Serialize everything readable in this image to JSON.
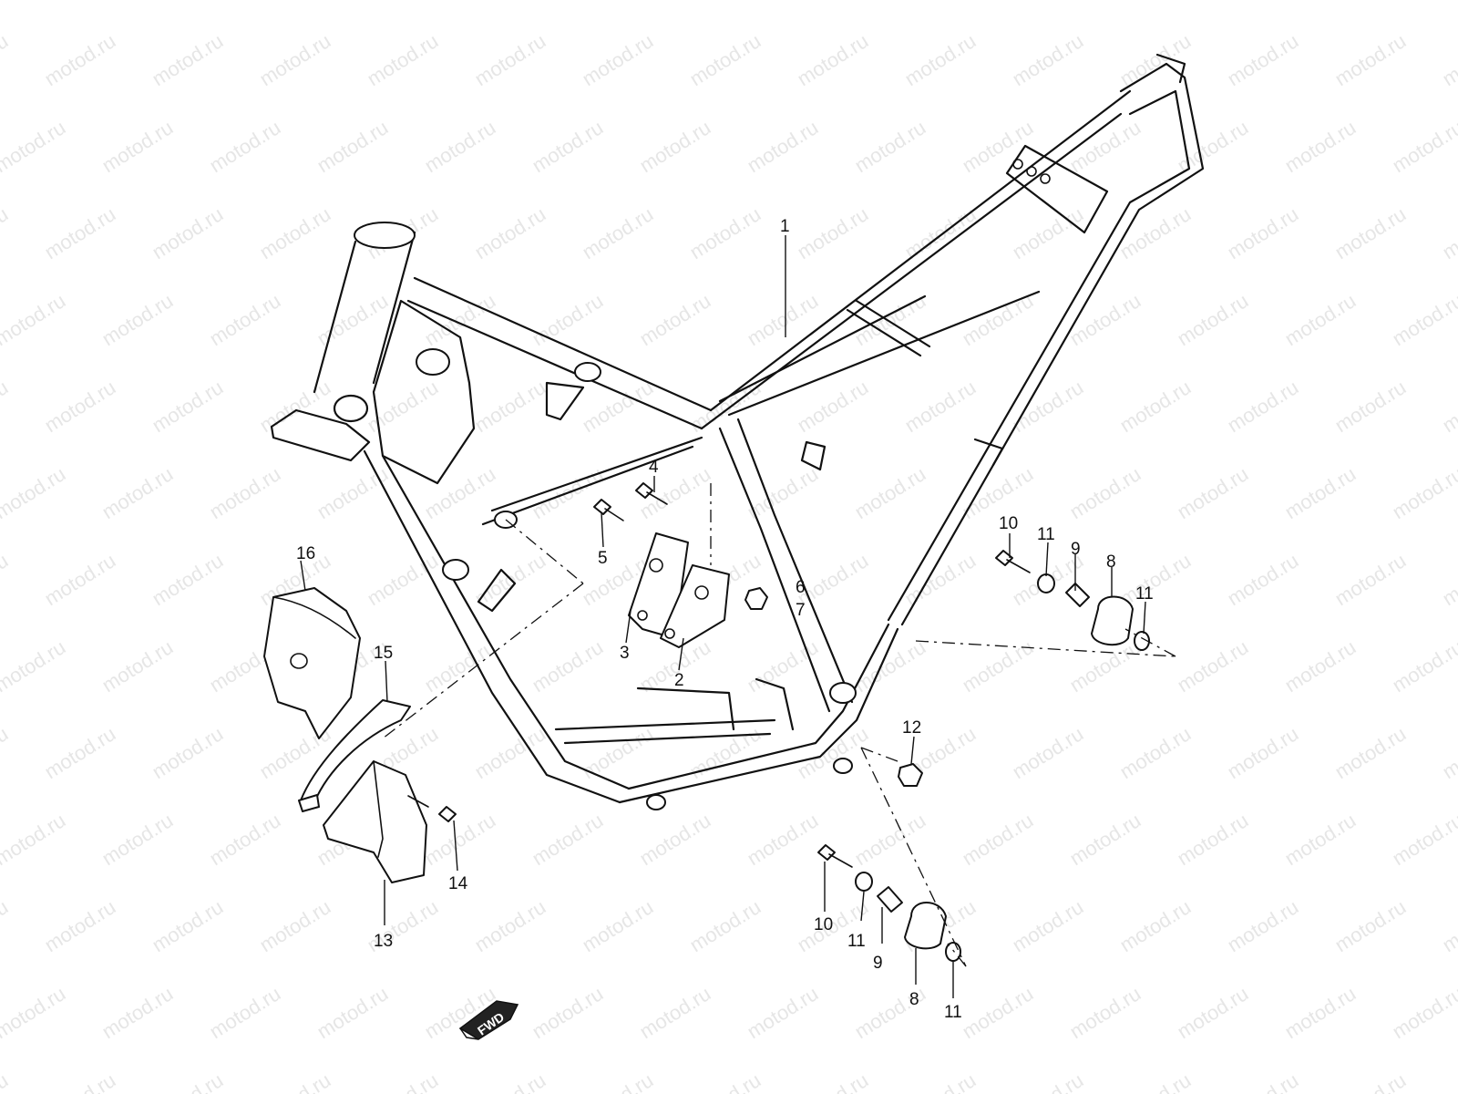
{
  "watermark": "motod.ru",
  "fwd_label": "FWD",
  "callouts": [
    {
      "id": "c1",
      "text": "1"
    },
    {
      "id": "c2",
      "text": "2"
    },
    {
      "id": "c3",
      "text": "3"
    },
    {
      "id": "c4",
      "text": "4"
    },
    {
      "id": "c5",
      "text": "5"
    },
    {
      "id": "c6",
      "text": "6"
    },
    {
      "id": "c7",
      "text": "7"
    },
    {
      "id": "c8a",
      "text": "8"
    },
    {
      "id": "c9a",
      "text": "9"
    },
    {
      "id": "c10a",
      "text": "10"
    },
    {
      "id": "c11a",
      "text": "11"
    },
    {
      "id": "c11b",
      "text": "11"
    },
    {
      "id": "c12",
      "text": "12"
    },
    {
      "id": "c13",
      "text": "13"
    },
    {
      "id": "c14",
      "text": "14"
    },
    {
      "id": "c15",
      "text": "15"
    },
    {
      "id": "c16",
      "text": "16"
    },
    {
      "id": "c10b",
      "text": "10"
    },
    {
      "id": "c11c",
      "text": "11"
    },
    {
      "id": "c9b",
      "text": "9"
    },
    {
      "id": "c8b",
      "text": "8"
    },
    {
      "id": "c11d",
      "text": "11"
    }
  ]
}
